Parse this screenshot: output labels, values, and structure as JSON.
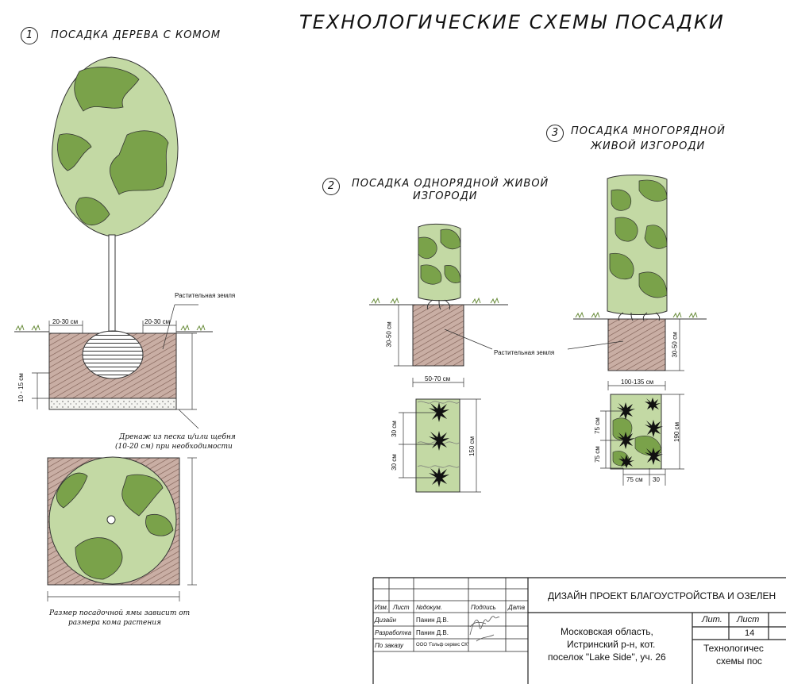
{
  "title": "ТЕХНОЛОГИЧЕСКИЕ СХЕМЫ ПОСАДКИ",
  "scheme1": {
    "number": "1",
    "caption": "ПОСАДКА ДЕРЕВА С КОМОМ",
    "soil_label": "Растительная земля",
    "dim_left": "20-30 см",
    "dim_right": "20-30 см",
    "dim_drain": "10 - 15 см",
    "drain_note_1": "Дренаж из песка и/или щебня",
    "drain_note_2": "(10-20 см) при необходимости",
    "pit_note_1": "Размер посадочной ямы зависит от",
    "pit_note_2": "размера кома растения"
  },
  "scheme2": {
    "number": "2",
    "caption_1": "ПОСАДКА ОДНОРЯДНОЙ ЖИВОЙ",
    "caption_2": "ИЗГОРОДИ",
    "dim_depth": "30-50 см",
    "dim_width": "50-70 см",
    "soil_label": "Растительная земля",
    "dim_step_1": "30 см",
    "dim_step_2": "30 см",
    "dim_length": "150 см"
  },
  "scheme3": {
    "number": "3",
    "caption_1": "ПОСАДКА МНОГОРЯДНОЙ",
    "caption_2": "ЖИВОЙ ИЗГОРОДИ",
    "dim_depth": "30-50 см",
    "dim_width": "100-135 см",
    "dim_row_1": "75 см",
    "dim_row_2": "75 см",
    "dim_length": "190 см",
    "dim_bottom_1": "75 см",
    "dim_bottom_2": "30"
  },
  "stamp": {
    "project": "ДИЗАЙН ПРОЕКТ БЛАГОУСТРОЙСТВА И ОЗЕЛЕН",
    "headers": [
      "Изм.",
      "Лист",
      "№докум.",
      "Подпись",
      "Дата"
    ],
    "rows": [
      {
        "role": "Дизайн",
        "name": "Панин Д.В."
      },
      {
        "role": "Разработка",
        "name": "Панин Д.В."
      },
      {
        "role": "По заказу",
        "name": "ООО 'Гольф сервис СК'"
      }
    ],
    "address_1": "Московская область,",
    "address_2": "Истринский р-н, кот.",
    "address_3": "поселок  \"Lake Side\", уч. 26",
    "lit_label": "Лит.",
    "sheet_label": "Лист",
    "sheet_number": "14",
    "sheet_title_1": "Технологичес",
    "sheet_title_2": "схемы пос"
  },
  "colors": {
    "light_green": "#c3d9a4",
    "dark_green": "#7aa24a",
    "soil": "#c7aba1",
    "line": "#222222"
  }
}
